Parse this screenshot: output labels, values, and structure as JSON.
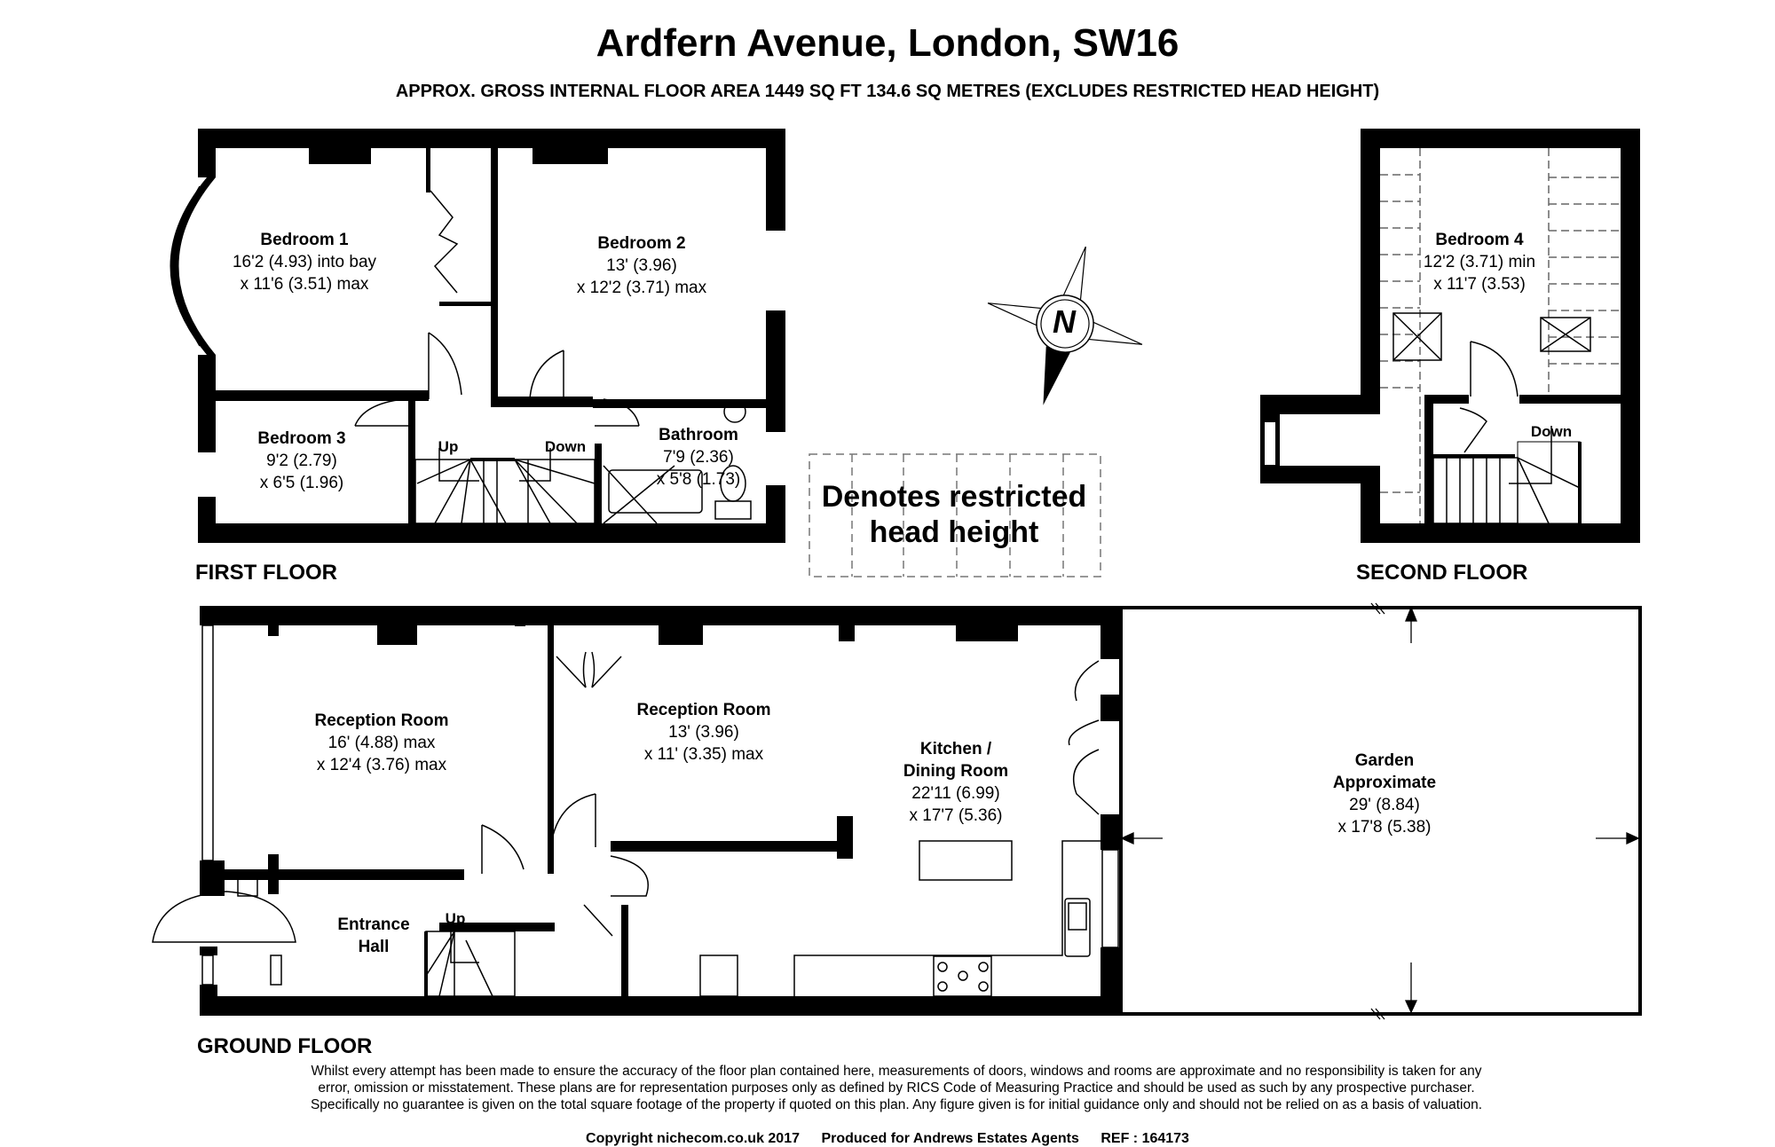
{
  "header": {
    "title": "Ardfern Avenue, London, SW16",
    "subtitle": "APPROX. GROSS INTERNAL FLOOR AREA 1449 SQ FT 134.6 SQ METRES (EXCLUDES RESTRICTED HEAD HEIGHT)"
  },
  "floors": {
    "first": {
      "label": "FIRST FLOOR",
      "rooms": [
        {
          "name": "Bedroom 1",
          "dim1": "16'2 (4.93) into bay",
          "dim2": "x 11'6 (3.51) max"
        },
        {
          "name": "Bedroom 2",
          "dim1": "13' (3.96)",
          "dim2": "x 12'2 (3.71) max"
        },
        {
          "name": "Bedroom 3",
          "dim1": "9'2 (2.79)",
          "dim2": "x 6'5 (1.96)"
        },
        {
          "name": "Bathroom",
          "dim1": "7'9 (2.36)",
          "dim2": "x 5'8 (1.73)"
        }
      ],
      "stairs": {
        "up": "Up",
        "down": "Down"
      }
    },
    "second": {
      "label": "SECOND FLOOR",
      "rooms": [
        {
          "name": "Bedroom 4",
          "dim1": "12'2 (3.71) min",
          "dim2": "x 11'7 (3.53)"
        }
      ],
      "stairs": {
        "down": "Down"
      }
    },
    "ground": {
      "label": "GROUND FLOOR",
      "rooms": [
        {
          "name": "Reception Room",
          "dim1": "16' (4.88) max",
          "dim2": "x 12'4 (3.76) max"
        },
        {
          "name": "Reception Room",
          "dim1": "13' (3.96)",
          "dim2": "x 11' (3.35) max"
        },
        {
          "name": "Kitchen /",
          "name2": "Dining Room",
          "dim1": "22'11 (6.99)",
          "dim2": "x 17'7 (5.36)"
        },
        {
          "name": "Garden",
          "name2": "Approximate",
          "dim1": "29' (8.84)",
          "dim2": "x 17'8 (5.38)"
        },
        {
          "name": "Entrance",
          "name2": "Hall"
        }
      ],
      "stairs": {
        "up": "Up"
      }
    }
  },
  "compass": {
    "label": "N",
    "icon": "north-compass-icon"
  },
  "legend": {
    "line1": "Denotes restricted",
    "line2": "head height"
  },
  "footer": {
    "disclaimer_line1": "Whilst every attempt has been made to ensure the accuracy of the floor plan contained here, measurements of doors, windows and rooms are approximate and no responsibility is taken for any",
    "disclaimer_line2": "error, omission or misstatement. These plans are for representation purposes only as defined by RICS Code of Measuring Practice and should be used as such by any prospective purchaser.",
    "disclaimer_line3": "Specifically no guarantee is given on the total square footage of the property if quoted on this plan. Any figure given is for initial guidance only and should not be relied on as a basis of valuation.",
    "copyright": "Copyright nichecom.co.uk 2017",
    "produced_for": "Produced for Andrews Estates Agents",
    "ref": "REF : 164173"
  },
  "colors": {
    "wall": "#000000",
    "background": "#ffffff",
    "dashed": "#777777"
  }
}
